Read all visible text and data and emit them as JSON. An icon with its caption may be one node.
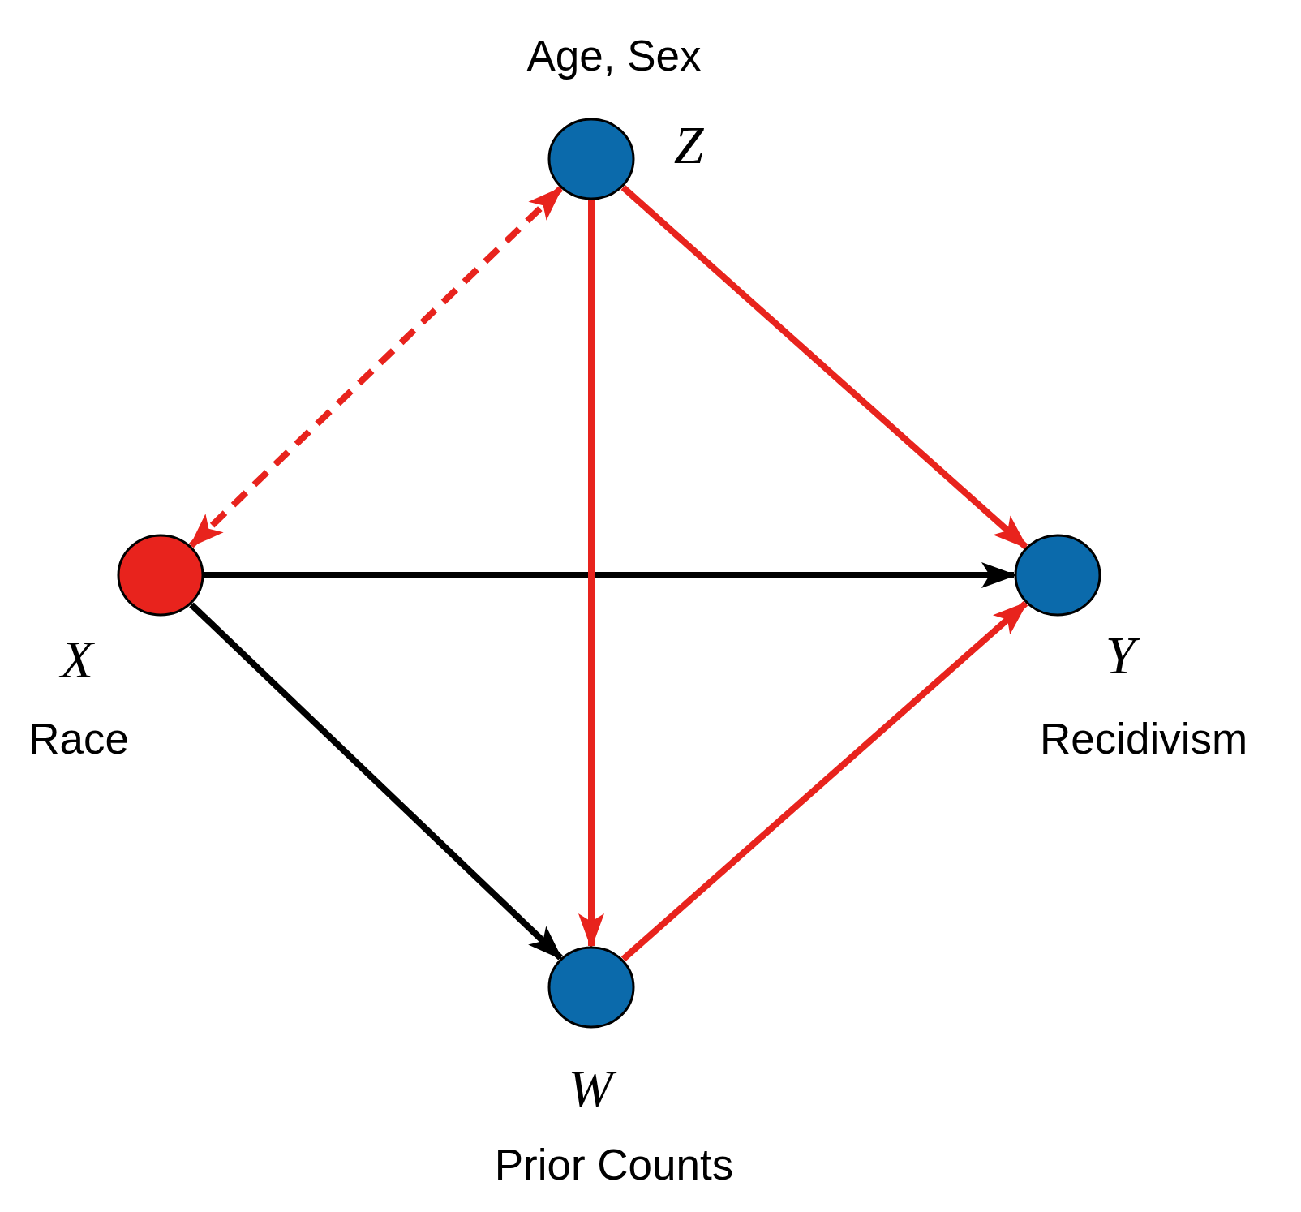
{
  "diagram": {
    "nodes": [
      {
        "text": [],
        "shape": "circle",
        "beside": [
          "Age, Sex",
          "Z"
        ]
      },
      {
        "text": [],
        "shape": "circle",
        "beside": [
          "X",
          "Race"
        ]
      },
      {
        "text": [],
        "shape": "circle",
        "beside": [
          "Y",
          "Recidivism"
        ]
      },
      {
        "text": [],
        "shape": "circle",
        "beside": [
          "W",
          "Prior Counts"
        ]
      }
    ],
    "edges": [
      {
        "from": 1,
        "to": 0,
        "arrow": "both",
        "style": "dashed"
      },
      {
        "from": 0,
        "to": 2,
        "arrow": "to"
      },
      {
        "from": 1,
        "to": 2,
        "arrow": "to",
        "color": "#000000"
      },
      {
        "from": 0,
        "to": 3,
        "arrow": "to"
      },
      {
        "from": 1,
        "to": 3,
        "arrow": "to",
        "color": "#000000"
      },
      {
        "from": 3,
        "to": 2,
        "arrow": "to"
      }
    ]
  }
}
